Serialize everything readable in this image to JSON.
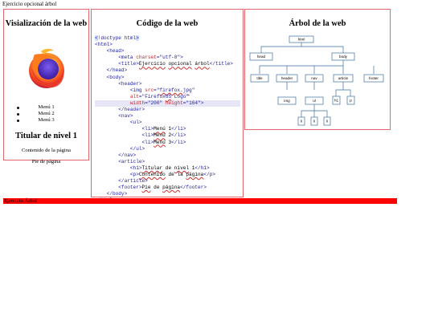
{
  "page_title": "Ejercicio opcional árbol",
  "footer_bar_label": "Ejercicio Árbol",
  "visualization": {
    "heading": "Visialización de la web",
    "logo_icon": "firefox-logo-icon",
    "menu": [
      "Menú 1",
      "Menú 2",
      "Menú 3"
    ],
    "h1": "Titular de nivel 1",
    "paragraph": "Contenido de la página",
    "footer": "Pie de página"
  },
  "code": {
    "heading": "Código de la web"
  },
  "tree": {
    "heading": "Árbol de la web",
    "nodes": {
      "html": "html",
      "head": "head",
      "body": "body",
      "title": "title",
      "header": "header",
      "nav": "nav",
      "article": "article",
      "footer": "footer",
      "img": "img",
      "ul": "ul",
      "h1": "h1",
      "p": "p",
      "li1": "li",
      "li2": "li",
      "li3": "li"
    }
  },
  "colors": {
    "panel_border": "#e0666e",
    "bar": "#ff0000",
    "tree_stroke": "#3a6fa0"
  }
}
